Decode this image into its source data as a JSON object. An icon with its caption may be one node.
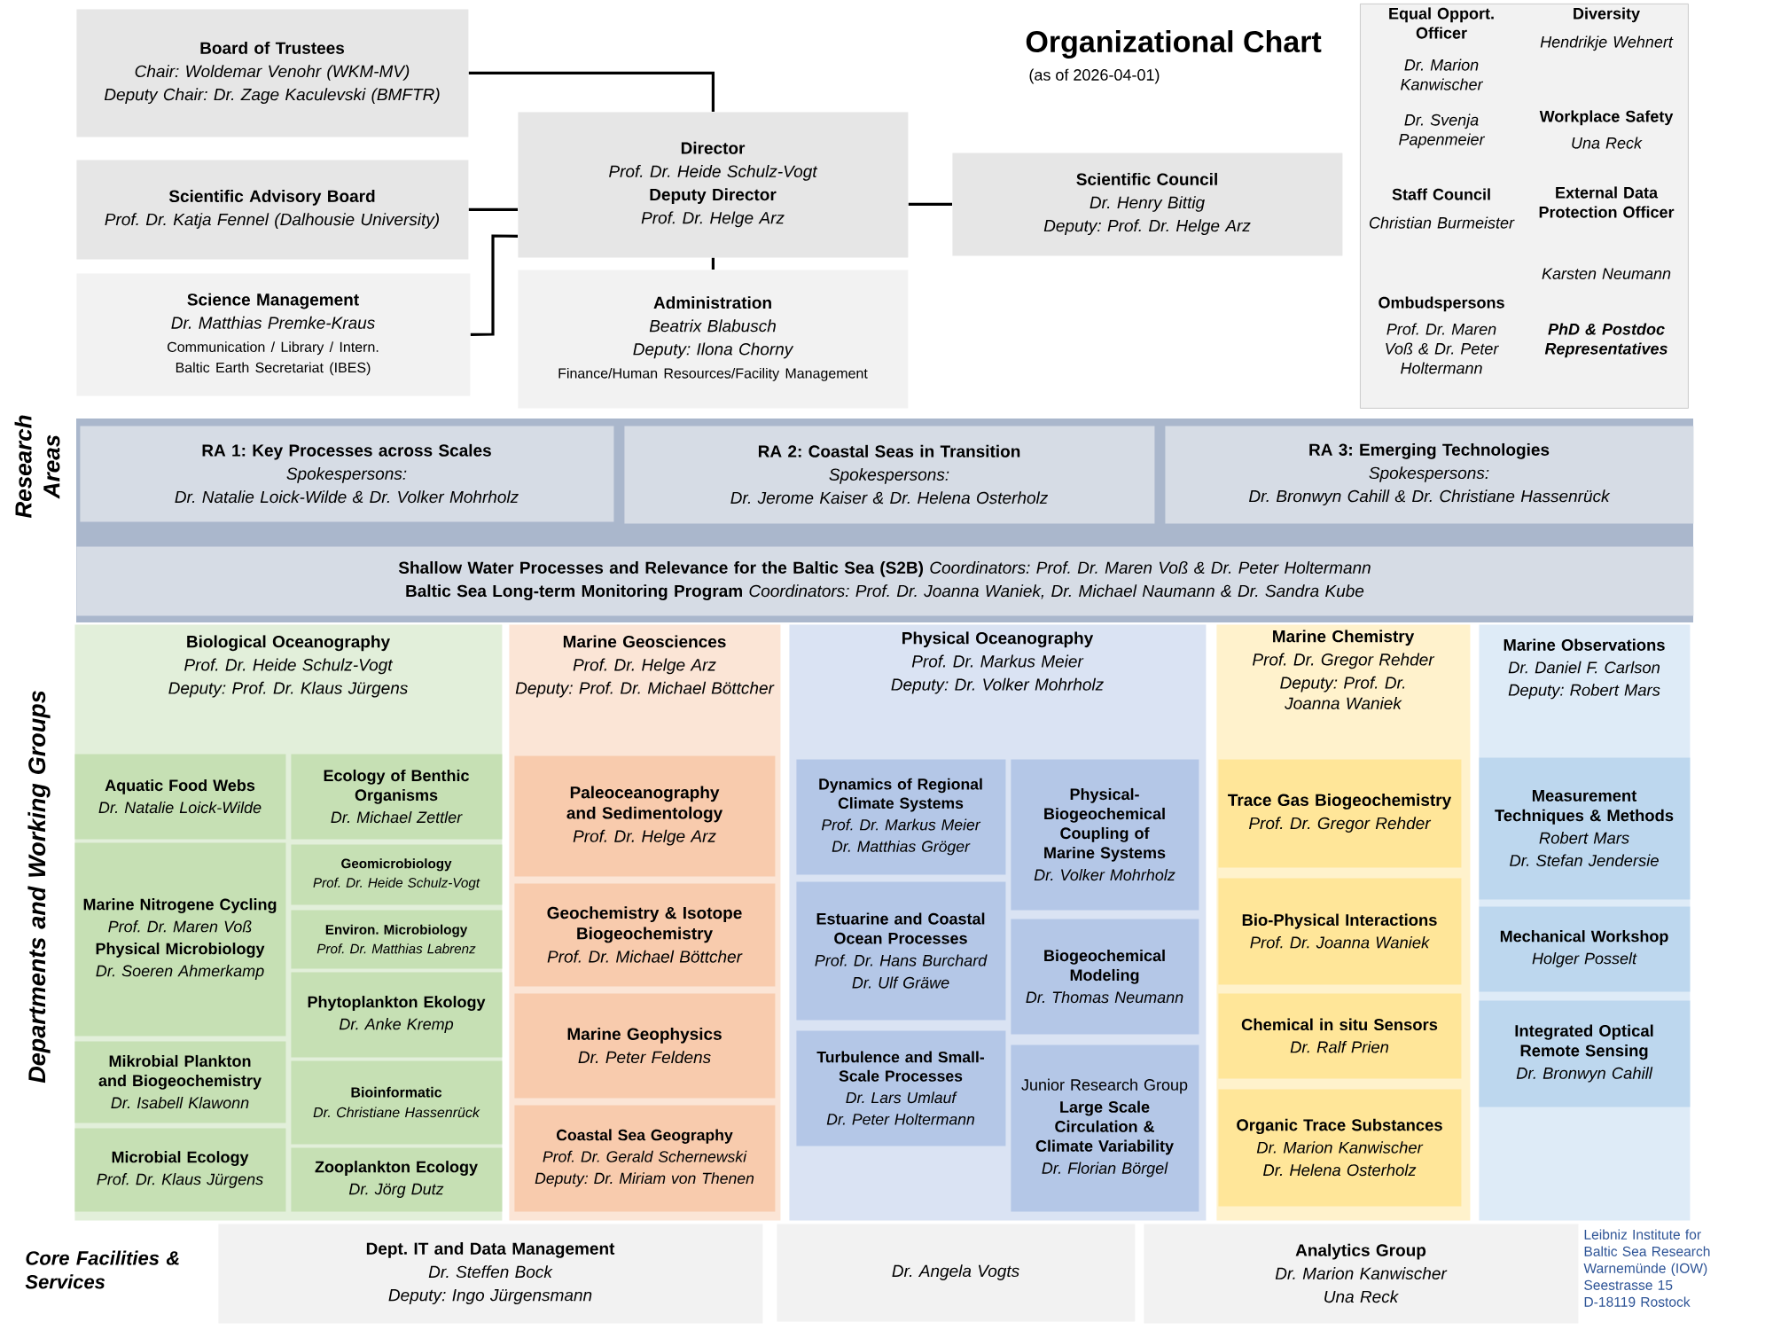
{
  "diagram": {
    "title": "Organizational Chart",
    "nodes": [
      {
        "text": [
          "Board of Trustees",
          "Chair: Woldemar Venohr (WKM-MV)",
          "Deputy Chair: Dr. Zage Kaculevski (BMFTR)"
        ]
      },
      {
        "text": [
          "Scientific Advisory Board",
          "Prof. Dr. Katja Fennel (Dalhousie University)"
        ]
      },
      {
        "text": [
          "Science Management",
          "Dr. Matthias Premke-Kraus",
          "Communication / Library / Intern. Baltic Earth Secretariat (IBES)"
        ]
      },
      {
        "text": [
          "Director",
          "Prof. Dr. Heide Schulz-Vogt",
          "Deputy Director",
          "Prof. Dr. Helge Arz"
        ]
      },
      {
        "text": [
          "Administration",
          "Beatrix Blabusch",
          "Deputy: Ilona Chorny",
          "Finance/Human Resources/Facility Management"
        ]
      },
      {
        "text": [
          "Scientific Council",
          "Dr. Henry Bittig",
          "Deputy: Prof. Dr. Helge Arz"
        ]
      },
      {
        "text": [
          "Equal Opport. Officer",
          "Dr. Marion Kanwischer",
          "Dr. Svenja Papenmeier",
          "Staff Council",
          "Christian Burmeister",
          "Ombudspersons",
          "Prof. Dr. Maren Voß & Dr. Peter Holtermann",
          "Diversity",
          "Hendrikje Wehnert",
          "Workplace Safety",
          "Una Reck",
          "External Data Protection Officer",
          "Karsten Neumann",
          "PhD & Postdoc Representatives"
        ]
      },
      {
        "text": [
          "RA 1: Key Processes across Scales",
          "Spokespersons:",
          "Dr. Natalie Loick-Wilde & Dr. Volker Mohrholz"
        ]
      },
      {
        "text": [
          "RA 2: Coastal Seas in Transition",
          "Spokespersons:",
          "Dr. Jerome Kaiser & Dr. Helena Osterholz"
        ]
      },
      {
        "text": [
          "RA 3: Emerging Technologies",
          "Spokespersons:",
          "Dr. Bronwyn Cahill & Dr. Christiane Hassenrück"
        ]
      },
      {
        "text": [
          "**Shallow Water Processes and Relevance for the Baltic Sea (S2B)** *Coordinators: Prof. Dr. Maren Voß & Dr. Peter Holtermann*",
          "**Baltic Sea Long-term Monitoring Program** *Coordinators: Prof. Dr. Joanna Waniek, Dr. Michael Naumann & Dr. Sandra Kube*"
        ]
      },
      {
        "text": [
          "Biological Oceanography",
          "Prof. Dr. Heide Schulz-Vogt",
          "Deputy: Prof. Dr. Klaus Jürgens"
        ]
      },
      {
        "text": [
          "Aquatic Food Webs",
          "Dr. Natalie Loick-Wilde"
        ],
        "in": 11
      },
      {
        "text": [
          "Ecology of Benthic Organisms",
          "Dr. Michael Zettler"
        ],
        "in": 11
      },
      {
        "text": [
          "Marine Nitrogene Cycling",
          "Prof. Dr. Maren Voß",
          "Physical Microbiology",
          "Dr. Soeren Ahmerkamp"
        ],
        "in": 11
      },
      {
        "text": [
          "Geomicrobiology",
          "Prof. Dr. Heide Schulz-Vogt"
        ],
        "in": 11
      },
      {
        "text": [
          "Environ. Microbiology",
          "Prof. Dr. Matthias Labrenz"
        ],
        "in": 11
      },
      {
        "text": [
          "Phytoplankton Ekology",
          "Dr. Anke Kremp"
        ],
        "in": 11
      },
      {
        "text": [
          "Mikrobial Plankton and Biogeochemistry",
          "Dr. Isabell Klawonn"
        ],
        "in": 11
      },
      {
        "text": [
          "Bioinformatic",
          "Dr. Christiane Hassenrück"
        ],
        "in": 11
      },
      {
        "text": [
          "Microbial Ecology",
          "Prof. Dr. Klaus Jürgens"
        ],
        "in": 11
      },
      {
        "text": [
          "Zooplankton Ecology",
          "Dr. Jörg Dutz"
        ],
        "in": 11
      },
      {
        "text": [
          "Marine Geosciences",
          "Prof. Dr. Helge Arz",
          "Deputy: Prof. Dr. Michael Böttcher"
        ]
      },
      {
        "text": [
          "Paleoceanography and Sedimentology",
          "Prof. Dr. Helge Arz"
        ],
        "in": 22
      },
      {
        "text": [
          "Geochemistry & Isotope Biogeochemistry",
          "Prof. Dr. Michael Böttcher"
        ],
        "in": 22
      },
      {
        "text": [
          "Marine Geophysics",
          "Dr. Peter Feldens"
        ],
        "in": 22
      },
      {
        "text": [
          "Coastal Sea Geography",
          "Prof. Dr. Gerald Schernewski",
          "Deputy: Dr. Miriam von Thenen"
        ],
        "in": 22
      },
      {
        "text": [
          "Physical Oceanography",
          "Prof. Dr. Markus Meier",
          "Deputy: Dr. Volker Mohrholz"
        ]
      },
      {
        "text": [
          "Dynamics of Regional Climate Systems",
          "Prof. Dr. Markus Meier",
          "Dr. Matthias Gröger"
        ],
        "in": 27
      },
      {
        "text": [
          "Physical-Biogeochemical Coupling of Marine Systems",
          "Dr. Volker Mohrholz"
        ],
        "in": 27
      },
      {
        "text": [
          "Estuarine and Coastal Ocean Processes",
          "Prof. Dr. Hans Burchard",
          "Dr. Ulf Gräwe"
        ],
        "in": 27
      },
      {
        "text": [
          "Biogeochemical Modeling",
          "Dr. Thomas Neumann"
        ],
        "in": 27
      },
      {
        "text": [
          "Turbulence and Small-Scale Processes",
          "Dr. Lars Umlauf",
          "Dr. Peter Holtermann"
        ],
        "in": 27
      },
      {
        "text": [
          "Junior Research Group",
          "Large Scale Circulation & Climate Variability",
          "Dr. Florian Börgel"
        ],
        "in": 27
      },
      {
        "text": [
          "Marine Chemistry",
          "Prof. Dr. Gregor Rehder",
          "Deputy: Prof. Dr. Joanna Waniek"
        ]
      },
      {
        "text": [
          "Trace Gas Biogeochemistry",
          "Prof. Dr. Gregor Rehder"
        ],
        "in": 34
      },
      {
        "text": [
          "Bio-Physical Interactions",
          "Prof. Dr. Joanna Waniek"
        ],
        "in": 34
      },
      {
        "text": [
          "Chemical in situ Sensors",
          "Dr. Ralf Prien"
        ],
        "in": 34
      },
      {
        "text": [
          "Organic Trace Substances",
          "Dr. Marion Kanwischer",
          "Dr. Helena Osterholz"
        ],
        "in": 34
      },
      {
        "text": [
          "Marine Observations",
          "Dr. Daniel F. Carlson",
          "Deputy: Robert Mars"
        ]
      },
      {
        "text": [
          "Measurement Techniques & Methods",
          "Robert Mars",
          "Dr. Stefan Jendersie"
        ],
        "in": 39
      },
      {
        "text": [
          "Mechanical Workshop",
          "Holger Posselt"
        ],
        "in": 39
      },
      {
        "text": [
          "Integrated Optical Remote Sensing",
          "Dr. Bronwyn Cahill"
        ],
        "in": 39
      },
      {
        "text": [
          "Dept. IT and Data Management",
          "Dr. Steffen Bock",
          "Deputy: Ingo Jürgensmann"
        ]
      },
      {
        "text": [
          "Dr. Angela Vogts"
        ]
      },
      {
        "text": [
          "Analytics Group",
          "Dr. Marion Kanwischer",
          "Una Reck"
        ]
      }
    ],
    "edges": [
      {
        "from": 0,
        "to": 3,
        "arrow": "none"
      },
      {
        "from": 1,
        "to": 3,
        "arrow": "none"
      },
      {
        "from": 2,
        "to": 3,
        "arrow": "none"
      },
      {
        "from": 3,
        "to": 4,
        "arrow": "none"
      },
      {
        "from": 3,
        "to": 5,
        "arrow": "none"
      }
    ],
    "labels": [
      "(as of 2026-04-01)",
      "Research Areas",
      "Departments and Working Groups",
      "Core Facilities & Services",
      "Leibniz Institute for Baltic Sea Research Warnemünde (IOW)",
      "Seestrasse 15",
      "D-18119 Rostock"
    ]
  }
}
